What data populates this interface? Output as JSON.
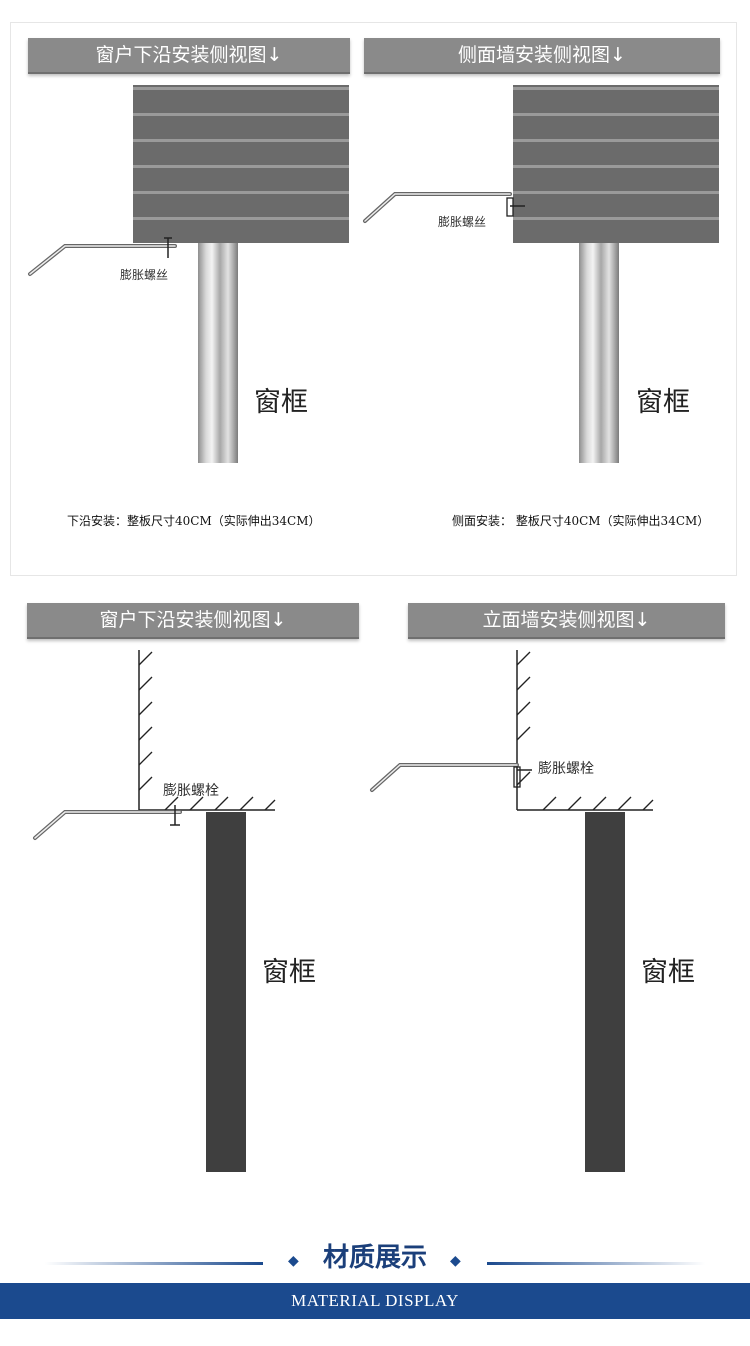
{
  "top": {
    "left_title": "窗户下沿安装侧视图↓",
    "right_title": "侧面墙安装侧视图↓",
    "left_screw": "膨胀螺丝",
    "right_screw": "膨胀螺丝",
    "left_frame": "窗框",
    "right_frame": "窗框",
    "left_caption": "下沿安装：整板尺寸40CM（实际伸出34CM）",
    "right_caption": "侧面安装：  整板尺寸40CM（实际伸出34CM）"
  },
  "bottom": {
    "left_title": "窗户下沿安装侧视图↓",
    "right_title": "立面墙安装侧视图↓",
    "left_screw": "膨胀螺栓",
    "right_screw": "膨胀螺栓",
    "left_frame": "窗框",
    "right_frame": "窗框"
  },
  "footer": {
    "title": "材质展示",
    "subtitle": "MATERIAL DISPLAY",
    "accent_color": "#1b4a8e"
  }
}
